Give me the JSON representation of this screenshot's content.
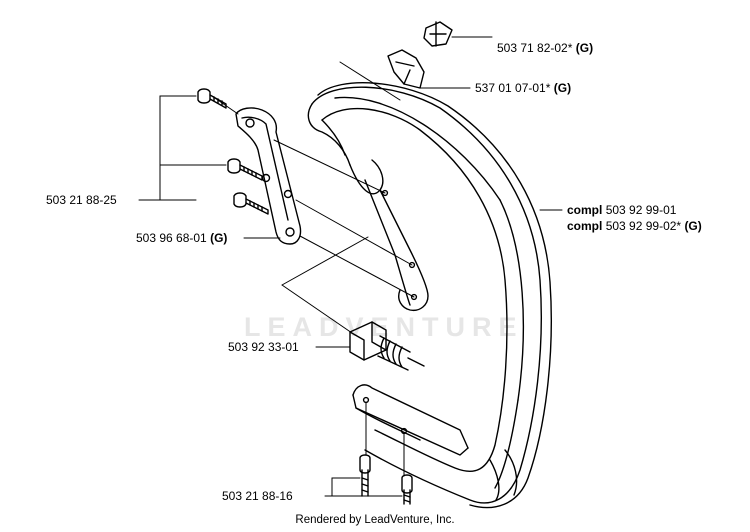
{
  "callouts": [
    {
      "id": "p1",
      "prefix": "",
      "number": "503 71 82-02*",
      "suffix": "(G)"
    },
    {
      "id": "p2",
      "prefix": "",
      "number": "537 01 07-01*",
      "suffix": "(G)"
    },
    {
      "id": "p3",
      "prefix": "",
      "number": "503 21 88-25",
      "suffix": ""
    },
    {
      "id": "p4",
      "prefix": "",
      "number": "503 96 68-01",
      "suffix": "(G)"
    },
    {
      "id": "p5",
      "prefix": "compl",
      "number": "503 92 99-01",
      "suffix": ""
    },
    {
      "id": "p6",
      "prefix": "compl",
      "number": "503 92 99-02*",
      "suffix": "(G)"
    },
    {
      "id": "p7",
      "prefix": "",
      "number": "503 92 33-01",
      "suffix": ""
    },
    {
      "id": "p8",
      "prefix": "",
      "number": "503 21 88-16",
      "suffix": ""
    }
  ],
  "watermark": "LEADVENTURE",
  "credit": "Rendered by LeadVenture, Inc.",
  "colors": {
    "line": "#000000",
    "watermark": "#e6e6e6",
    "background": "#ffffff"
  }
}
